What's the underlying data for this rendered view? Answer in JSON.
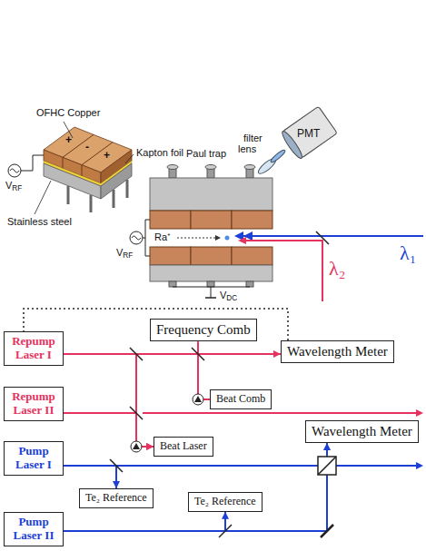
{
  "diagram": {
    "nodes": [
      {
        "text": [
          "Frequency Comb"
        ]
      },
      {
        "text": [
          "Repump Laser I"
        ]
      },
      {
        "text": [
          "Wavelength Meter"
        ]
      },
      {
        "text": [
          "Beat Comb"
        ]
      },
      {
        "text": [
          "Repump Laser II"
        ]
      },
      {
        "text": [
          "Wavelength Meter"
        ]
      },
      {
        "text": [
          "Beat Laser"
        ]
      },
      {
        "text": [
          "Pump Laser I"
        ]
      },
      {
        "text": [
          "Te₂ Reference"
        ]
      },
      {
        "text": [
          "Te₂ Reference"
        ]
      },
      {
        "text": [
          "Pump Laser II"
        ]
      }
    ],
    "edges": [
      {
        "from": 1,
        "to": 2,
        "arrow": "to"
      },
      {
        "from": 0,
        "to": 3,
        "arrow": "none"
      },
      {
        "from": 1,
        "to": 3,
        "arrow": "none"
      },
      {
        "from": 1,
        "to": 6,
        "arrow": "to"
      },
      {
        "from": 4,
        "to": 6,
        "arrow": "to"
      },
      {
        "from": 2,
        "to": 1,
        "arrow": "none"
      },
      {
        "from": 7,
        "to": 5,
        "arrow": "to"
      },
      {
        "from": 7,
        "to": 8,
        "arrow": "to"
      },
      {
        "from": 10,
        "to": 9,
        "arrow": "to"
      },
      {
        "from": 10,
        "to": 5,
        "arrow": "to"
      }
    ],
    "labels": [
      "OFHC Copper",
      "Paul trap",
      "filter",
      "lens",
      "PMT",
      "+",
      "Kapton foil",
      "-",
      "+",
      "VRF",
      "Stainless steel",
      "Ra⁺",
      "VRF",
      "λ₁",
      "VDC",
      "λ₂"
    ]
  }
}
